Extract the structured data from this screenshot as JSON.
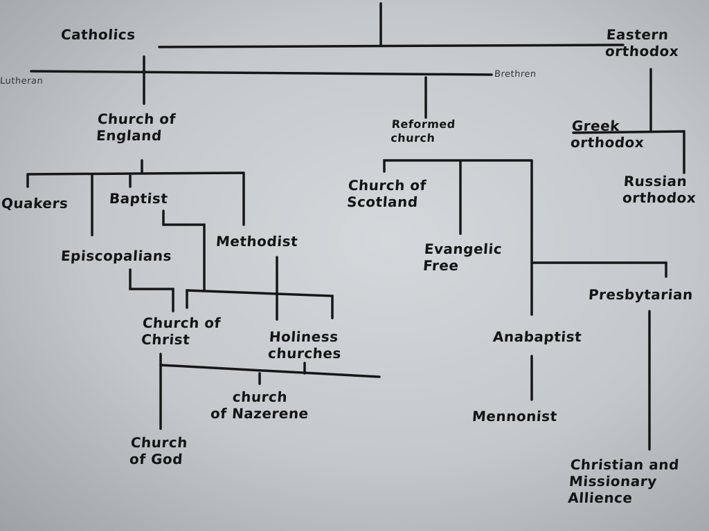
{
  "title": "Christian denominations family tree (whiteboard)",
  "nodes": {
    "catholics": "Catholics",
    "eastern_orthodox": [
      "Eastern",
      "orthodox"
    ],
    "lutheran": "Lutheran",
    "brethren": "Brethren",
    "church_of_england": [
      "Church of",
      "England"
    ],
    "reformed_church": [
      "Reformed",
      "church"
    ],
    "greek_orthodox": [
      "Greek",
      "orthodox"
    ],
    "russian_orthodox": [
      "Russian",
      "orthodox"
    ],
    "quakers": "Quakers",
    "baptist": "Baptist",
    "methodist": "Methodist",
    "episcopalians": "Episcopalians",
    "church_of_scotland": [
      "Church of",
      "Scotland"
    ],
    "evangelic_free": [
      "Evangelic",
      "Free"
    ],
    "presbytarian": "Presbytarian",
    "church_of_christ": [
      "Church of",
      "Christ"
    ],
    "holiness_churches": [
      "Holiness",
      "churches"
    ],
    "anabaptist": "Anabaptist",
    "church_of_nazerene": [
      "church",
      "of Nazerene"
    ],
    "mennonist": "Mennonist",
    "church_of_god": [
      "Church",
      "of God"
    ],
    "christian_missionary_alliance": [
      "Christian and",
      "Missionary",
      "Allience"
    ]
  }
}
